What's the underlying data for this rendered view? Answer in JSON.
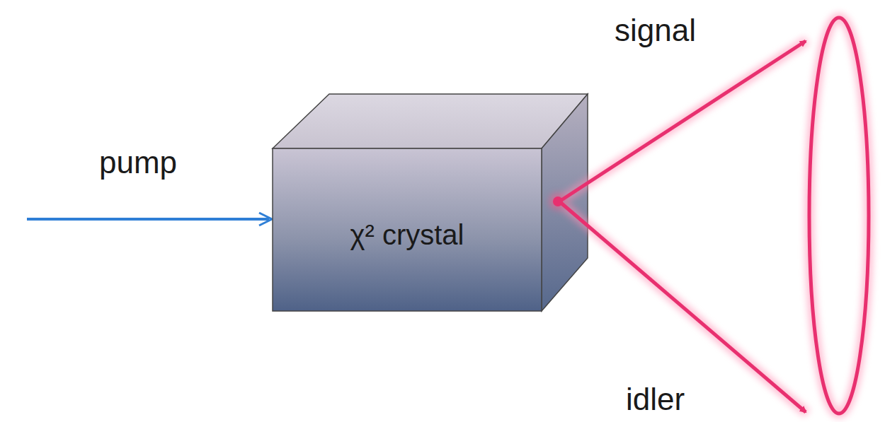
{
  "diagram": {
    "nodes": [
      {
        "text": [
          "χ² crystal"
        ]
      }
    ],
    "labels": [
      "pump",
      "signal",
      "idler"
    ]
  }
}
